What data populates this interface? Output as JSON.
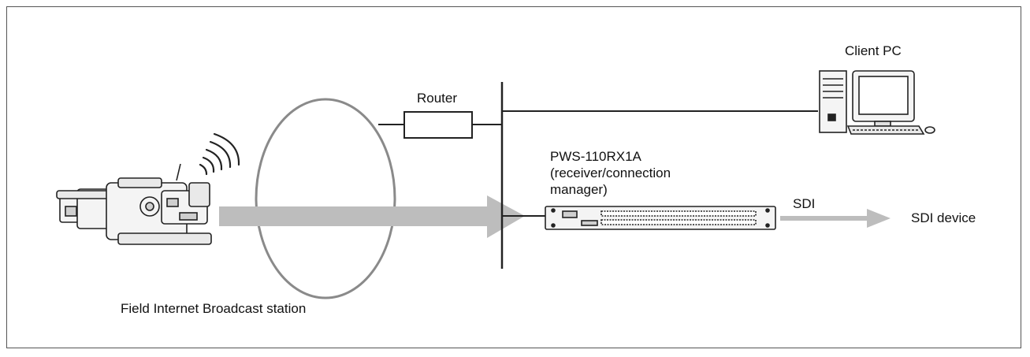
{
  "diagram": {
    "labels": {
      "router": "Router",
      "client_pc": "Client PC",
      "receiver_name": "PWS-110RX1A",
      "receiver_desc_line1": "(receiver/connection",
      "receiver_desc_line2": "manager)",
      "sdi": "SDI",
      "sdi_device": "SDI device",
      "field_station": "Field Internet Broadcast station"
    },
    "colors": {
      "line": "#222222",
      "arrow_gray": "#bdbdbd",
      "ellipse_stroke": "#8a8a8a",
      "frame": "#555555"
    },
    "icons": {
      "camera": "camcorder-icon",
      "pc": "desktop-computer-icon",
      "receiver": "rack-receiver-icon",
      "wireless": "wireless-signal-icon"
    }
  }
}
